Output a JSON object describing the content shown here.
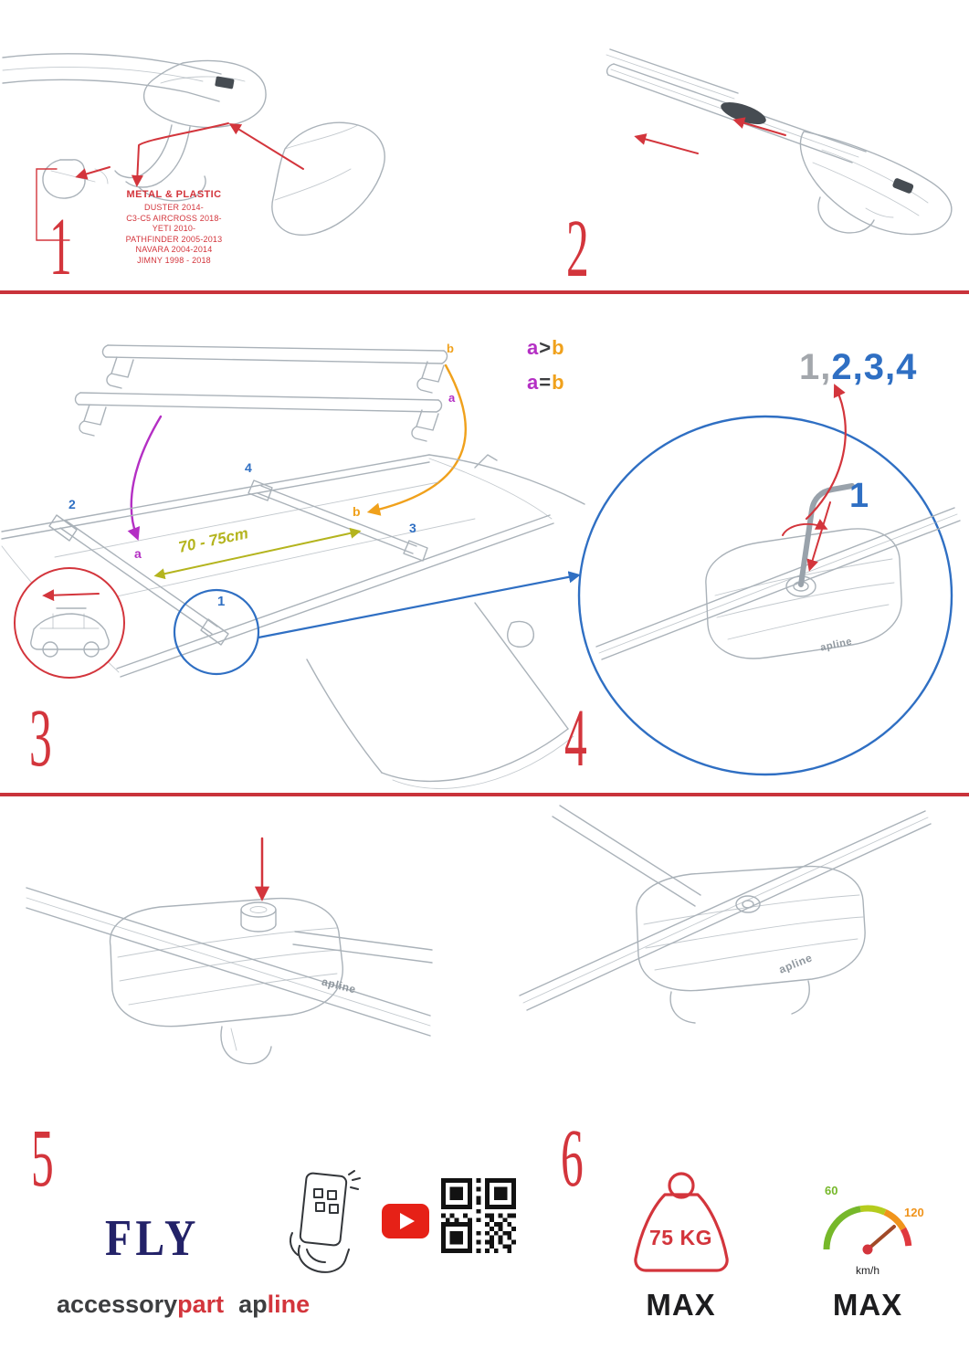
{
  "colors": {
    "accent_red": "#d3353c",
    "blue": "#2f6fc3",
    "purple": "#b42fc4",
    "orange": "#f0a11c",
    "olive": "#b4b41e",
    "navy": "#232268",
    "youtube_red": "#e62117",
    "green": "#76b82a"
  },
  "steps": {
    "s1": "1",
    "s2": "2",
    "s3": "3",
    "s4": "4",
    "s5": "5",
    "s6": "6"
  },
  "panel1": {
    "material": "METAL & PLASTIC",
    "models": [
      "DUSTER 2014-",
      "C3-C5 AIRCROSS 2018-",
      "YETI 2010-",
      "PATHFINDER 2005-2013",
      "NAVARA 2004-2014",
      "JIMNY 1998 - 2018"
    ]
  },
  "panel3": {
    "bar_b": "b",
    "bar_a": "a",
    "rule_gt": {
      "a": "a",
      "op": ">",
      "b": "b"
    },
    "rule_eq": {
      "a": "a",
      "op": "=",
      "b": "b"
    },
    "distance": "70 - 75cm",
    "roof": {
      "pos1": "1",
      "pos2": "2",
      "pos3": "3",
      "pos4": "4",
      "a": "a",
      "b": "b"
    }
  },
  "panel4": {
    "seq_gray": "1,",
    "seq_blue": "2,3,4",
    "first": "1",
    "clamp_logo": "apline"
  },
  "panel5": {
    "clamp_logo": "apline"
  },
  "panel6": {
    "clamp_logo": "apline"
  },
  "footer": {
    "product": "FLY",
    "brand1_dark": "accessory",
    "brand1_red": "part",
    "brand2_dark": "ap",
    "brand2_red": "line",
    "weight": "75 KG",
    "weight_max": "MAX",
    "speed_min": "60",
    "speed_limit": "120",
    "speed_unit": "km/h",
    "speed_max": "MAX"
  }
}
